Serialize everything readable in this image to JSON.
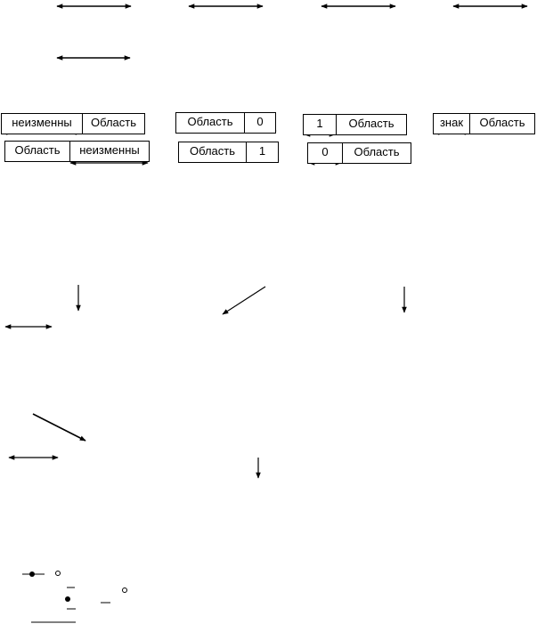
{
  "colors": {
    "stroke": "#000000",
    "background": "#ffffff"
  },
  "boxes": [
    {
      "id": "b1",
      "cells": [
        "неизменны",
        "Область"
      ]
    },
    {
      "id": "b2",
      "cells": [
        "Область",
        "неизменны"
      ]
    },
    {
      "id": "b3",
      "cells": [
        "Область",
        "0"
      ]
    },
    {
      "id": "b4",
      "cells": [
        "Область",
        "1"
      ]
    },
    {
      "id": "b5",
      "cells": [
        "1",
        "Область"
      ]
    },
    {
      "id": "b6",
      "cells": [
        "0",
        "Область"
      ]
    },
    {
      "id": "b7",
      "cells": [
        "знак",
        "Область"
      ]
    }
  ],
  "icons": [
    "double-arrow-icon",
    "down-arrow-icon",
    "diagonal-arrow-icon",
    "dot-icon",
    "circle-icon"
  ]
}
